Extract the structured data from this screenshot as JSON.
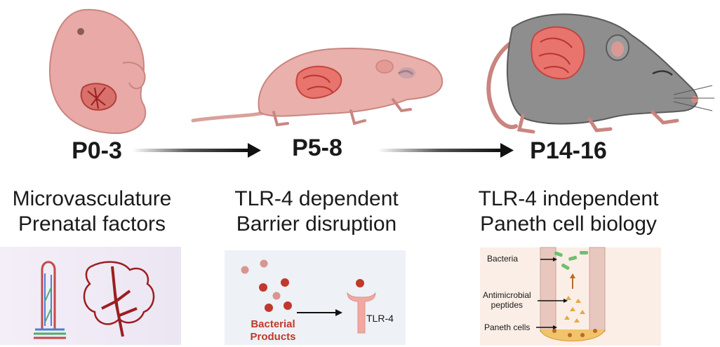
{
  "stages": [
    {
      "label": "P0-3",
      "line1": "Microvasculature",
      "line2": "Prenatal factors"
    },
    {
      "label": "P5-8",
      "line1": "TLR-4 dependent",
      "line2": "Barrier disruption"
    },
    {
      "label": "P14-16",
      "line1": "TLR-4 independent",
      "line2": "Paneth cell biology"
    }
  ],
  "panel2": {
    "bact_line1": "Bacterial",
    "bact_line2": "Products",
    "receptor": "TLR-4"
  },
  "panel3": {
    "bacteria": "Bacteria",
    "amp_line1": "Antimicrobial",
    "amp_line2": "peptides",
    "paneth": "Paneth cells"
  },
  "colors": {
    "text": "#1a1a1a",
    "accent_red": "#c0392b",
    "skin": "#e8a8a3",
    "mouse_grey": "#8e8e8e",
    "intestine": "#e9736d"
  }
}
